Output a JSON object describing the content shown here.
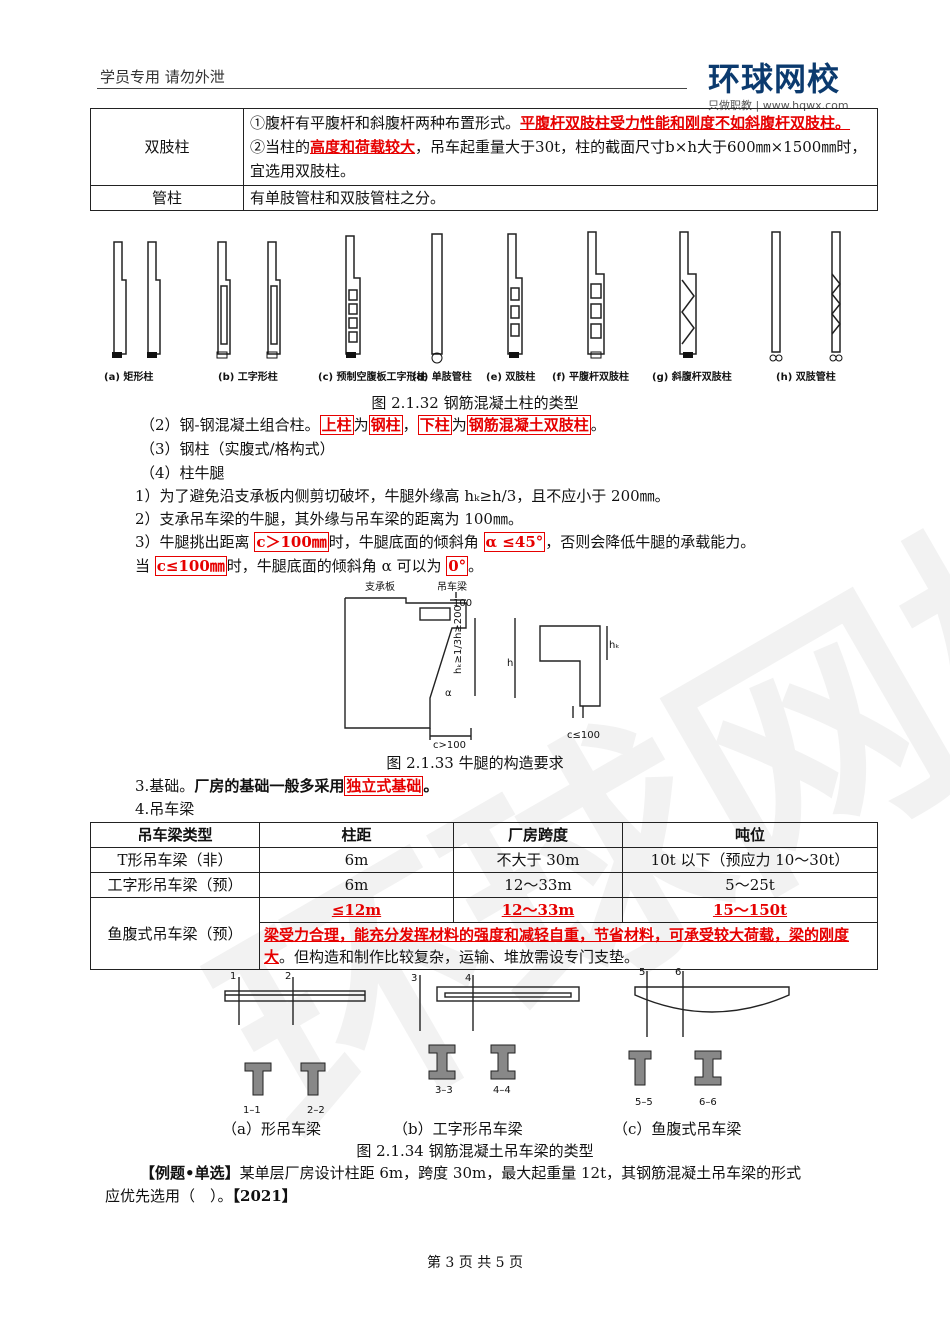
{
  "header": {
    "left_text": "学员专用 请勿外泄",
    "logo": "环球网校",
    "logo_sub": "只做职教 | www.hqwx.com"
  },
  "column_table": {
    "rows": [
      {
        "name": "双肢柱",
        "line1_a": "①腹杆有平腹杆和斜腹杆两种布置形式。",
        "line1_red": "平腹杆双肢柱受力性能和刚度不如斜腹杆双肢柱。",
        "line2_a": "②当柱的",
        "line2_red": "高度和荷载较大",
        "line2_b": "，吊车起重量大于30t，柱的截面尺寸b×h大于600㎜×1500㎜时，宜选用双肢柱。"
      },
      {
        "name": "管柱",
        "desc": "有单肢管柱和双肢管柱之分。"
      }
    ]
  },
  "fig_2_1_32": {
    "labels": [
      "(a) 矩形柱",
      "(b) 工字形柱",
      "(c) 预制空腹板工字形柱",
      "(d) 单肢管柱",
      "(e) 双肢柱",
      "(f) 平腹杆双肢柱",
      "(g) 斜腹杆双肢柱",
      "(h) 双肢管柱"
    ],
    "caption": "图 2.1.32 钢筋混凝土柱的类型"
  },
  "text_block": {
    "l2_a": "（2）钢-钢混凝土组合柱。",
    "l2_b1": "上柱",
    "l2_c": "为",
    "l2_b2": "钢柱",
    "l2_d": "，",
    "l2_b3": "下柱",
    "l2_e": "为",
    "l2_b4": "钢筋混凝土双肢柱",
    "l2_f": "。",
    "l3": "（3）钢柱（实腹式/格构式）",
    "l4": "（4）柱牛腿",
    "l5": "1）为了避免沿支承板内侧剪切破坏，牛腿外缘高 hₖ≥h/3，且不应小于 200㎜。",
    "l6": "2）支承吊车梁的牛腿，其外缘与吊车梁的距离为 100㎜。",
    "l7_a": "3）牛腿挑出距离 ",
    "l7_b": "c＞100㎜",
    "l7_c": "时，牛腿底面的倾斜角 ",
    "l7_d": "α ≤45°",
    "l7_e": "，否则会降低牛腿的承载能力。",
    "l8_a": "当 ",
    "l8_b": "c≤100㎜",
    "l8_c": "时，牛腿底面的倾斜角 α 可以为 ",
    "l8_d": "0°",
    "l8_e": "。"
  },
  "fig_2_1_33": {
    "labels": {
      "plate": "支承板",
      "beam": "吊车梁",
      "d100": "100",
      "hk_eq": "hₖ≥1/3h≥200",
      "h": "h",
      "hk": "hₖ",
      "alpha": "α",
      "c_gt": "c>100",
      "c_le": "c≤100"
    },
    "caption": "图 2.1.33 牛腿的构造要求"
  },
  "foundation": {
    "a": "3.基础。",
    "b": "厂房的基础一般多采用",
    "c": "独立式基础",
    "d": "。"
  },
  "crane_beam_title": "4.吊车梁",
  "crane_table": {
    "headers": [
      "吊车梁类型",
      "柱距",
      "厂房跨度",
      "吨位"
    ],
    "rows": [
      [
        "T形吊车梁（非）",
        "6m",
        "不大于 30m",
        "10t 以下（预应力 10～30t）"
      ],
      [
        "工字形吊车梁（预）",
        "6m",
        "12～33m",
        "5～25t"
      ]
    ],
    "fish": {
      "name": "鱼腹式吊车梁（预）",
      "span": "≤12m",
      "width": "12～33m",
      "ton": "15～150t",
      "desc_red": "梁受力合理，能充分发挥材料的强度和减轻自重，节省材料，可承受较大荷载，梁的刚度大",
      "desc_b": "。但构造和制作比较复杂，运输、堆放需设专门支垫。"
    }
  },
  "fig_2_1_34": {
    "section_marks": [
      "1",
      "2",
      "3",
      "4",
      "5",
      "6"
    ],
    "section_labels": [
      "1–1",
      "2–2",
      "3–3",
      "4–4",
      "5–5",
      "6–6"
    ],
    "sub_captions": [
      "（a）形吊车梁",
      "（b）工字形吊车梁",
      "（c）鱼腹式吊车梁"
    ],
    "caption": "图 2.1.34 钢筋混凝土吊车梁的类型"
  },
  "example": {
    "tag": "【例题•单选】",
    "text1": "某单层厂房设计柱距 6m，跨度 30m，最大起重量 12t，其钢筋混凝土吊车梁的形式",
    "text2": "应优先选用（　）。",
    "year": "【2021】"
  },
  "footer": {
    "page": "第 3 页 共 5 页"
  }
}
